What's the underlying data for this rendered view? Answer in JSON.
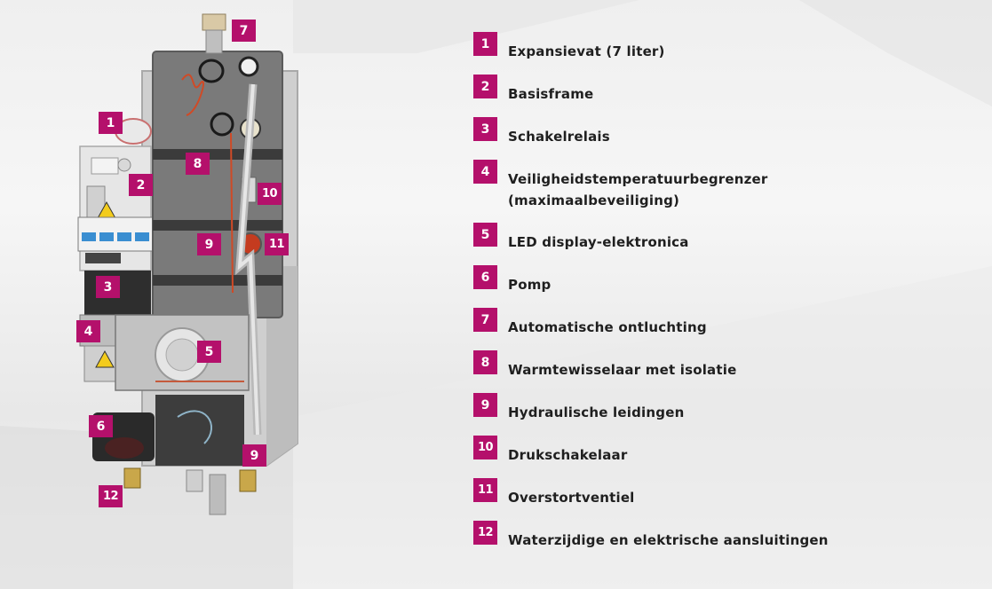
{
  "legend": [
    {
      "number": "1",
      "label": "Expansievat (7 liter)"
    },
    {
      "number": "2",
      "label": "Basisframe"
    },
    {
      "number": "3",
      "label": "Schakelrelais"
    },
    {
      "number": "4",
      "label": "Veiligheidstemperatuurbegrenzer",
      "label2": "(maximaalbeveiliging)"
    },
    {
      "number": "5",
      "label": "LED display-elektronica"
    },
    {
      "number": "6",
      "label": "Pomp"
    },
    {
      "number": "7",
      "label": "Automatische ontluchting"
    },
    {
      "number": "8",
      "label": "Warmtewisselaar met isolatie"
    },
    {
      "number": "9",
      "label": "Hydraulische leidingen"
    },
    {
      "number": "10",
      "label": "Drukschakelaar"
    },
    {
      "number": "11",
      "label": "Overstortventiel"
    },
    {
      "number": "12",
      "label": "Waterzijdige en elektrische aansluitingen"
    }
  ],
  "callouts": [
    "7",
    "1",
    "8",
    "2",
    "10",
    "9",
    "11",
    "3",
    "4",
    "5",
    "6",
    "9",
    "12"
  ],
  "colors": {
    "accent": "#b4106b",
    "text": "#1f1f1f",
    "background": "#f0f0f0"
  }
}
